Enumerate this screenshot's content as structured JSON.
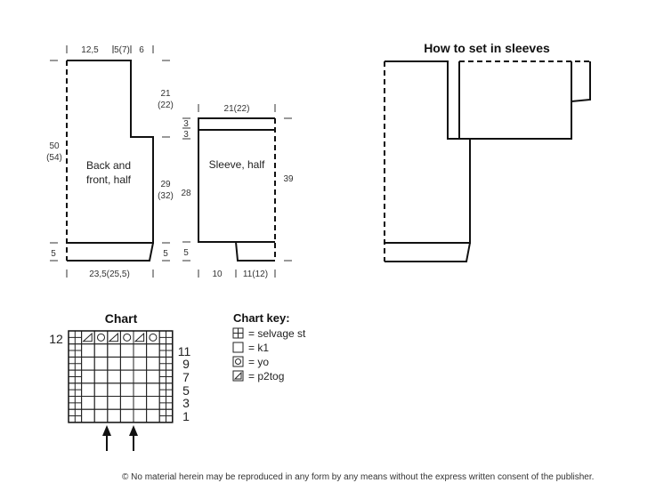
{
  "body_diagram": {
    "label_line1": "Back and",
    "label_line2": "front, half",
    "top_widths": [
      "12,5",
      "5(7)",
      "6"
    ],
    "height_total": "50",
    "height_total_alt": "(54)",
    "armhole": "21",
    "armhole_alt": "(22)",
    "side": "29",
    "side_alt": "(32)",
    "rib_left": "5",
    "rib_right": "5",
    "bottom_width": "23,5(25,5)"
  },
  "sleeve_diagram": {
    "label": "Sleeve, half",
    "top_width": "21(22)",
    "top_band_1": "3",
    "top_band_2": "3",
    "length": "28",
    "total_length": "39",
    "cuff": "5",
    "bottom_left": "10",
    "bottom_right": "11(12)"
  },
  "setin": {
    "title": "How to set in sleeves"
  },
  "chart": {
    "title": "Chart",
    "columns": 8,
    "top_row_label": "12",
    "row_labels": [
      "11",
      "9",
      "7",
      "5",
      "3",
      "1"
    ],
    "top_row_symbols": [
      "selvage",
      "p2tog",
      "yo",
      "p2tog",
      "yo",
      "p2tog",
      "yo",
      "selvage"
    ]
  },
  "chart_key": {
    "title": "Chart key:",
    "items": [
      {
        "icon": "selvage-icon",
        "label": "= selvage st"
      },
      {
        "icon": "k1-icon",
        "label": "= k1"
      },
      {
        "icon": "yo-icon",
        "label": "= yo"
      },
      {
        "icon": "p2tog-icon",
        "label": "= p2tog"
      }
    ]
  },
  "footer": {
    "copyright": "© No material herein may be reproduced in any form by any means without the express written consent of the publisher."
  }
}
